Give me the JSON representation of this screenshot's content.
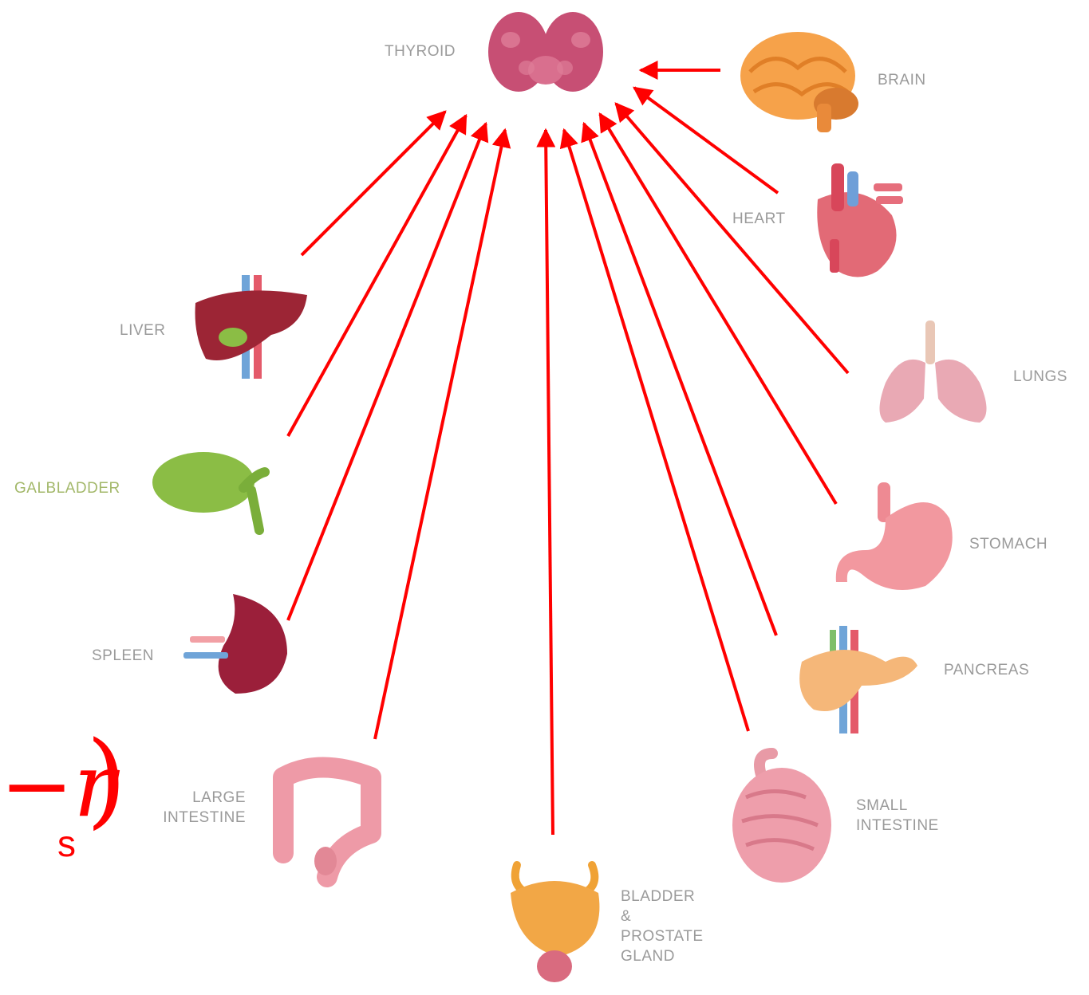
{
  "organs": {
    "thyroid": "THYROID",
    "brain": "BRAIN",
    "heart": "HEART",
    "lungs": "LUNGS",
    "stomach": "STOMACH",
    "pancreas": "PANCREAS",
    "small_intestine": "SMALL\nINTESTINE",
    "bladder": "BLADDER\n&\nPROSTATE\nGLAND",
    "large_intestine": "LARGE\nINTESTINE",
    "spleen": "SPLEEN",
    "gallbladder": "GALBLADDER",
    "liver": "LIVER"
  },
  "formula": {
    "main": "−r",
    "subscript": "s",
    "paren": ")"
  },
  "colors": {
    "arrow": "#ff0000",
    "label": "#9a9a9a",
    "gallbladder_label": "#a3b86a"
  }
}
